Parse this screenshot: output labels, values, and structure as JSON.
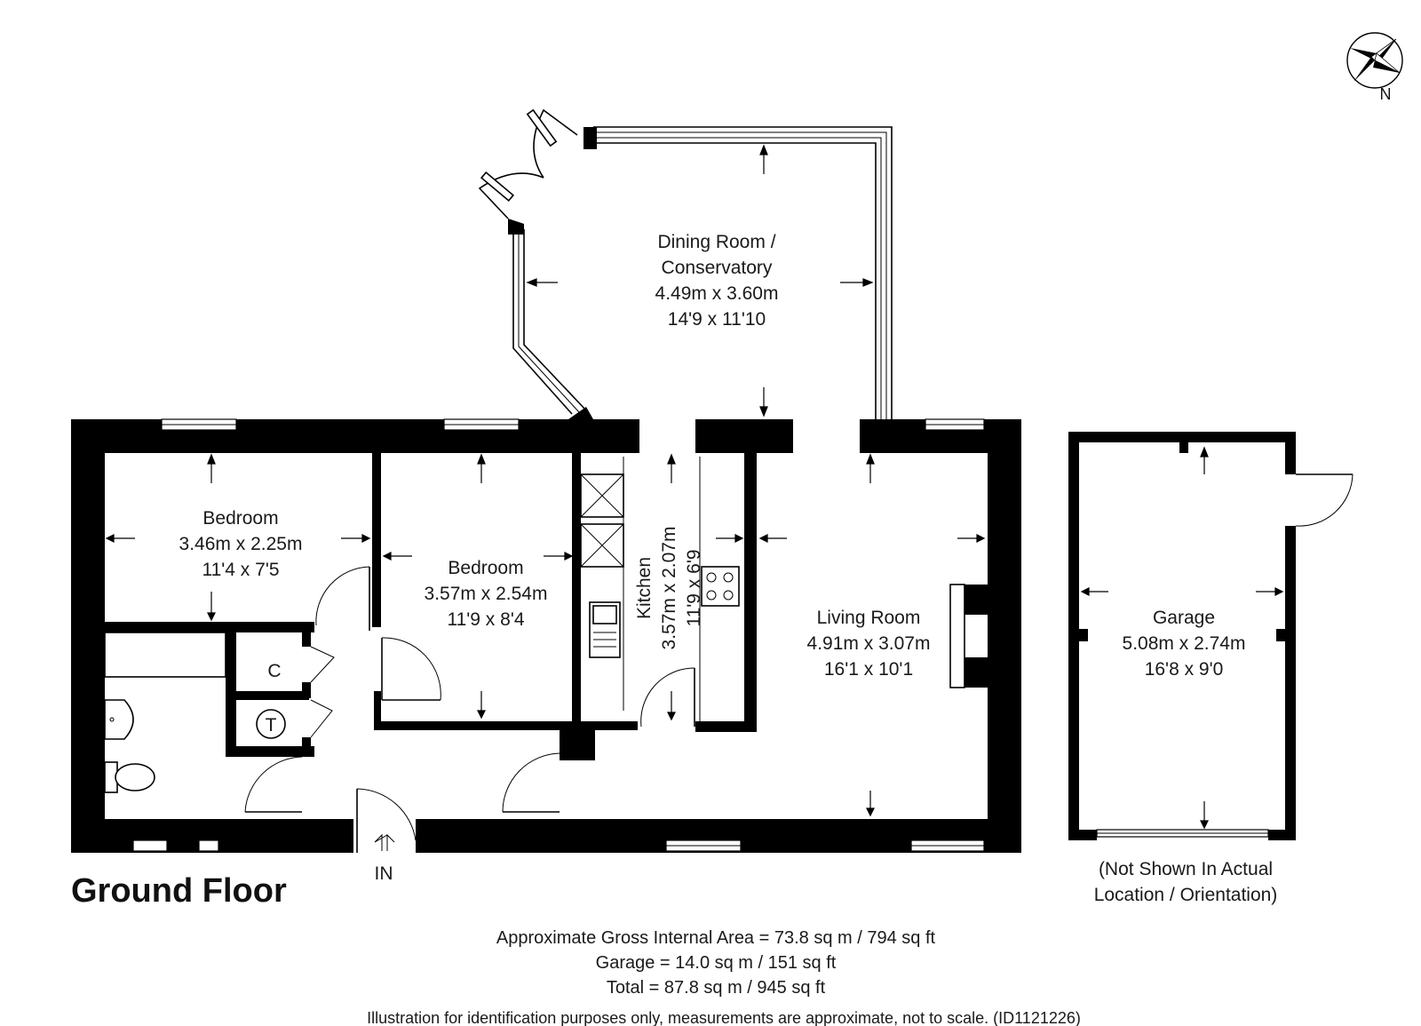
{
  "floor_title": "Ground Floor",
  "entrance_label": "IN",
  "compass_label": "N",
  "rooms": {
    "dining": {
      "name_line1": "Dining Room /",
      "name_line2": "Conservatory",
      "metric": "4.49m x 3.60m",
      "imperial": "14'9 x 11'10"
    },
    "bedroom1": {
      "name": "Bedroom",
      "metric": "3.46m x 2.25m",
      "imperial": "11'4 x 7'5"
    },
    "bedroom2": {
      "name": "Bedroom",
      "metric": "3.57m x 2.54m",
      "imperial": "11'9 x 8'4"
    },
    "kitchen": {
      "name": "Kitchen",
      "metric": "3.57m x 2.07m",
      "imperial": "11'9 x 6'9"
    },
    "living": {
      "name": "Living Room",
      "metric": "4.91m x 3.07m",
      "imperial": "16'1 x 10'1"
    },
    "garage": {
      "name": "Garage",
      "metric": "5.08m x 2.74m",
      "imperial": "16'8 x 9'0"
    }
  },
  "cupboards": {
    "c": "C",
    "t": "T"
  },
  "garage_note": {
    "line1": "(Not Shown In Actual",
    "line2": "Location / Orientation)"
  },
  "areas": {
    "gross": "Approximate Gross Internal Area = 73.8 sq m / 794 sq ft",
    "garage": "Garage = 14.0 sq m / 151 sq ft",
    "total": "Total = 87.8 sq m / 945 sq ft"
  },
  "disclaimer": "Illustration for identification purposes only, measurements are approximate, not to scale. (ID1121226)"
}
